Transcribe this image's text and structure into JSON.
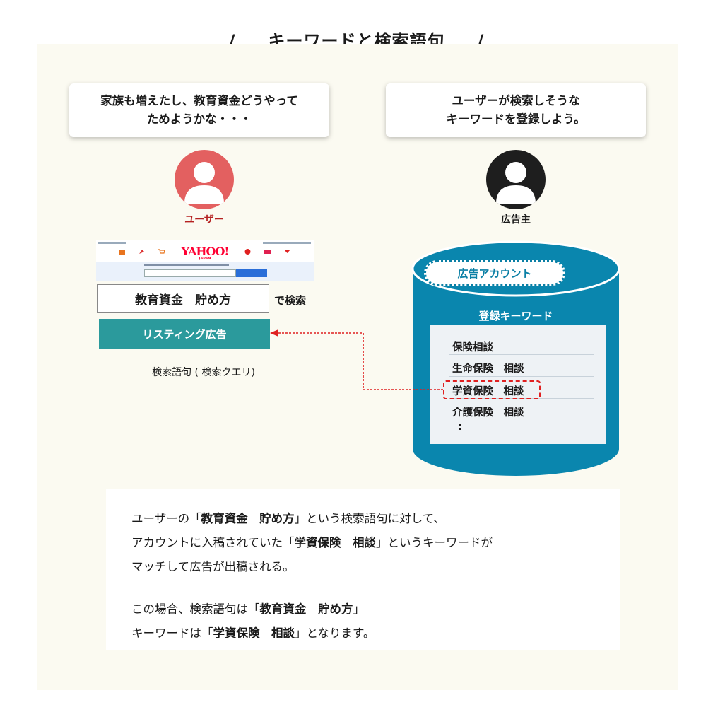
{
  "title": "キーワードと検索語句",
  "title_slash": "/",
  "user_bubble": {
    "line1": "家族も増えたし、教育資金どうやって",
    "line2": "ためようかな・・・"
  },
  "advertiser_bubble": {
    "line1": "ユーザーが検索しそうな",
    "line2": "キーワードを登録しよう。"
  },
  "user_label": "ユーザー",
  "advertiser_label": "広告主",
  "colors": {
    "user_avatar": "#e36060",
    "advertiser_avatar": "#1e1e1e",
    "database": "#0a86ae",
    "listing_ad": "#2b9a9c",
    "highlight": "#e02020"
  },
  "search": {
    "logo": "YAHOO!",
    "logo_sub": "JAPAN",
    "query": "教育資金　貯め方",
    "suffix": "で検索",
    "ad_button": "リスティング広告",
    "caption": "検索語句 ( 検索クエリ)"
  },
  "account": {
    "label": "広告アカウント",
    "keywords_title": "登録キーワード",
    "keywords": [
      "保険相談",
      "生命保険　相談",
      "学資保険　相談",
      "介護保険　相談"
    ],
    "more": ":"
  },
  "description": {
    "p1_l1_a": "ユーザーの「",
    "p1_l1_b": "教育資金　貯め方",
    "p1_l1_c": "」という検索語句に対して、",
    "p1_l2_a": "アカウントに入稿されていた「",
    "p1_l2_b": "学資保険　相談",
    "p1_l2_c": "」というキーワードが",
    "p1_l3": "マッチして広告が出稿される。",
    "p2_l1_a": "この場合、検索語句は「",
    "p2_l1_b": "教育資金　貯め方",
    "p2_l1_c": "」",
    "p2_l2_a": "キーワードは「",
    "p2_l2_b": "学資保険　相談",
    "p2_l2_c": "」となります。"
  }
}
